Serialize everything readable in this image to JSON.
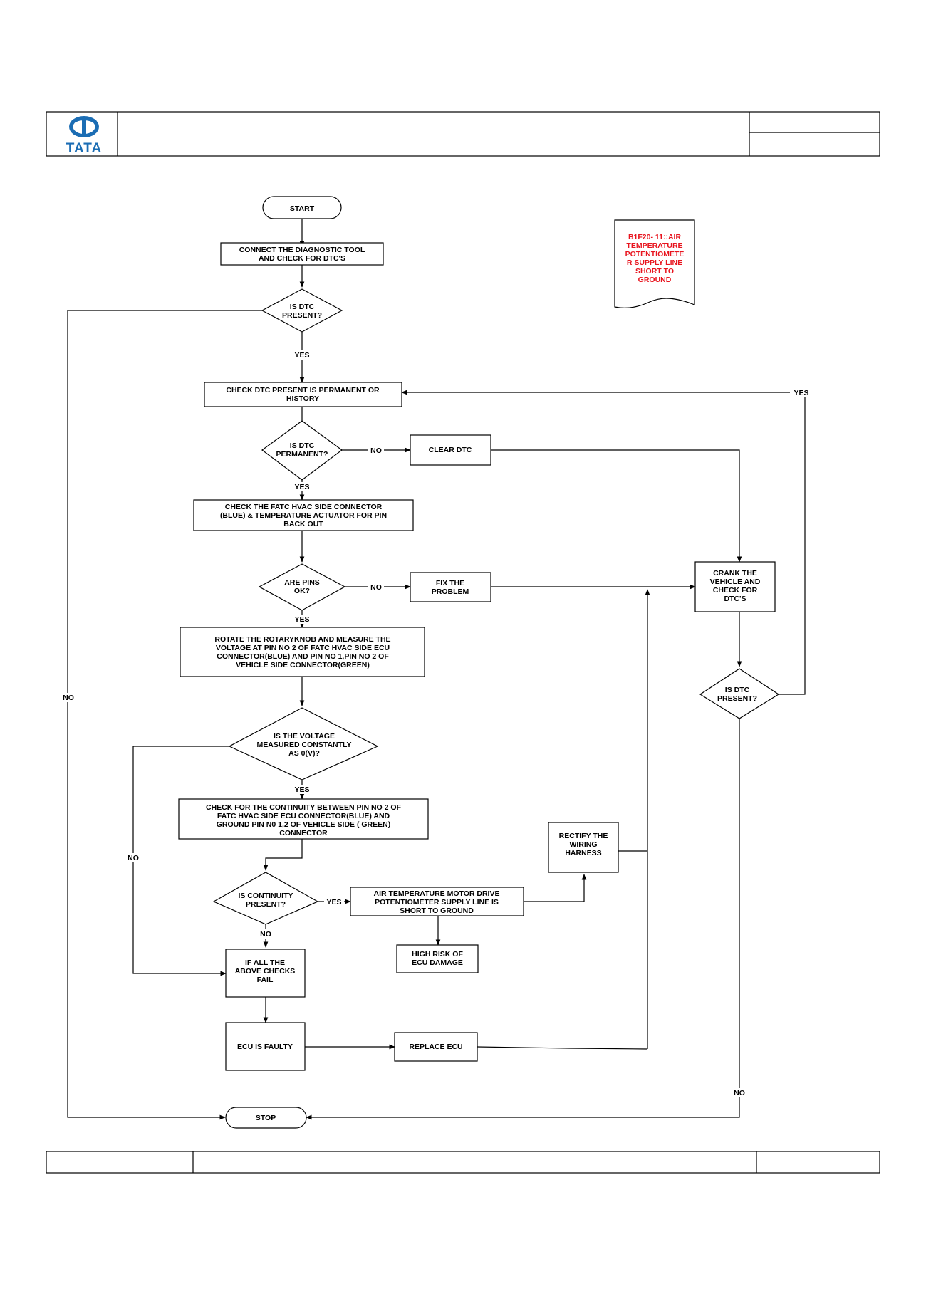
{
  "header": {
    "logo_text": "TATA",
    "title": "",
    "ref_top": "",
    "ref_bottom": ""
  },
  "footer": {
    "left": "",
    "center": "",
    "right": ""
  },
  "dtc_note": [
    "B1F20- 11::AIR",
    "TEMPERATURE",
    "POTENTIOMETE",
    "R SUPPLY LINE",
    "SHORT TO",
    "GROUND"
  ],
  "nodes": {
    "start": [
      "START"
    ],
    "connect": [
      "CONNECT THE DIAGNOSTIC TOOL",
      "AND CHECK FOR  DTC'S"
    ],
    "is_dtc_present": [
      "IS  DTC",
      "PRESENT?"
    ],
    "check_permanent": [
      "CHECK DTC  PRESENT IS PERMANENT OR",
      "HISTORY"
    ],
    "is_dtc_permanent": [
      "IS  DTC",
      "PERMANENT?"
    ],
    "clear_dtc": [
      "CLEAR DTC"
    ],
    "check_connector": [
      "CHECK THE FATC HVAC SIDE CONNECTOR",
      "(BLUE) & TEMPERATURE ACTUATOR FOR PIN",
      "BACK OUT"
    ],
    "are_pins_ok": [
      "ARE PINS",
      "OK?"
    ],
    "fix_problem": [
      "FIX THE",
      "PROBLEM"
    ],
    "rotate_measure": [
      "ROTATE THE ROTARYKNOB AND MEASURE THE",
      "VOLTAGE AT PIN NO 2  OF FATC HVAC SIDE ECU",
      "CONNECTOR(BLUE) AND PIN NO 1,PIN NO 2 OF",
      "VEHICLE SIDE CONNECTOR(GREEN)"
    ],
    "is_voltage_zero": [
      "IS  THE VOLTAGE",
      "MEASURED CONSTANTLY",
      "AS 0(V)?"
    ],
    "check_continuity": [
      "CHECK FOR THE CONTINUITY BETWEEN PIN NO 2 OF",
      "FATC HVAC SIDE ECU CONNECTOR(BLUE) AND",
      "GROUND  PIN N0 1,2 OF VEHICLE SIDE ( GREEN)",
      "CONNECTOR"
    ],
    "is_continuity": [
      "IS CONTINUITY",
      "PRESENT?"
    ],
    "motor_drive_short": [
      "AIR TEMPERATURE MOTOR DRIVE",
      "POTENTIOMETER SUPPLY  LINE IS",
      "SHORT TO GROUND"
    ],
    "rectify_harness": [
      "RECTIFY THE",
      "WIRING",
      "HARNESS"
    ],
    "high_risk": [
      "HIGH RISK OF",
      "ECU DAMAGE"
    ],
    "all_checks_fail": [
      "IF ALL THE",
      "ABOVE CHECKS",
      "FAIL"
    ],
    "ecu_faulty": [
      "ECU IS FAULTY"
    ],
    "replace_ecu": [
      "REPLACE ECU"
    ],
    "crank_vehicle": [
      "CRANK THE",
      "VEHICLE AND",
      "CHECK FOR",
      "DTC'S"
    ],
    "is_dtc_present_2": [
      "IS  DTC",
      "PRESENT?"
    ],
    "stop": [
      "STOP"
    ]
  },
  "labels": {
    "yes_dtc_present": "YES",
    "no_dtc_present": "NO",
    "no_permanent": "NO",
    "yes_permanent": "YES",
    "no_pins": "NO",
    "yes_pins": "YES",
    "yes_voltage": "YES",
    "no_voltage": "NO",
    "yes_continuity": "YES",
    "no_continuity": "NO",
    "yes_recheck": "YES",
    "no_recheck": "NO"
  }
}
